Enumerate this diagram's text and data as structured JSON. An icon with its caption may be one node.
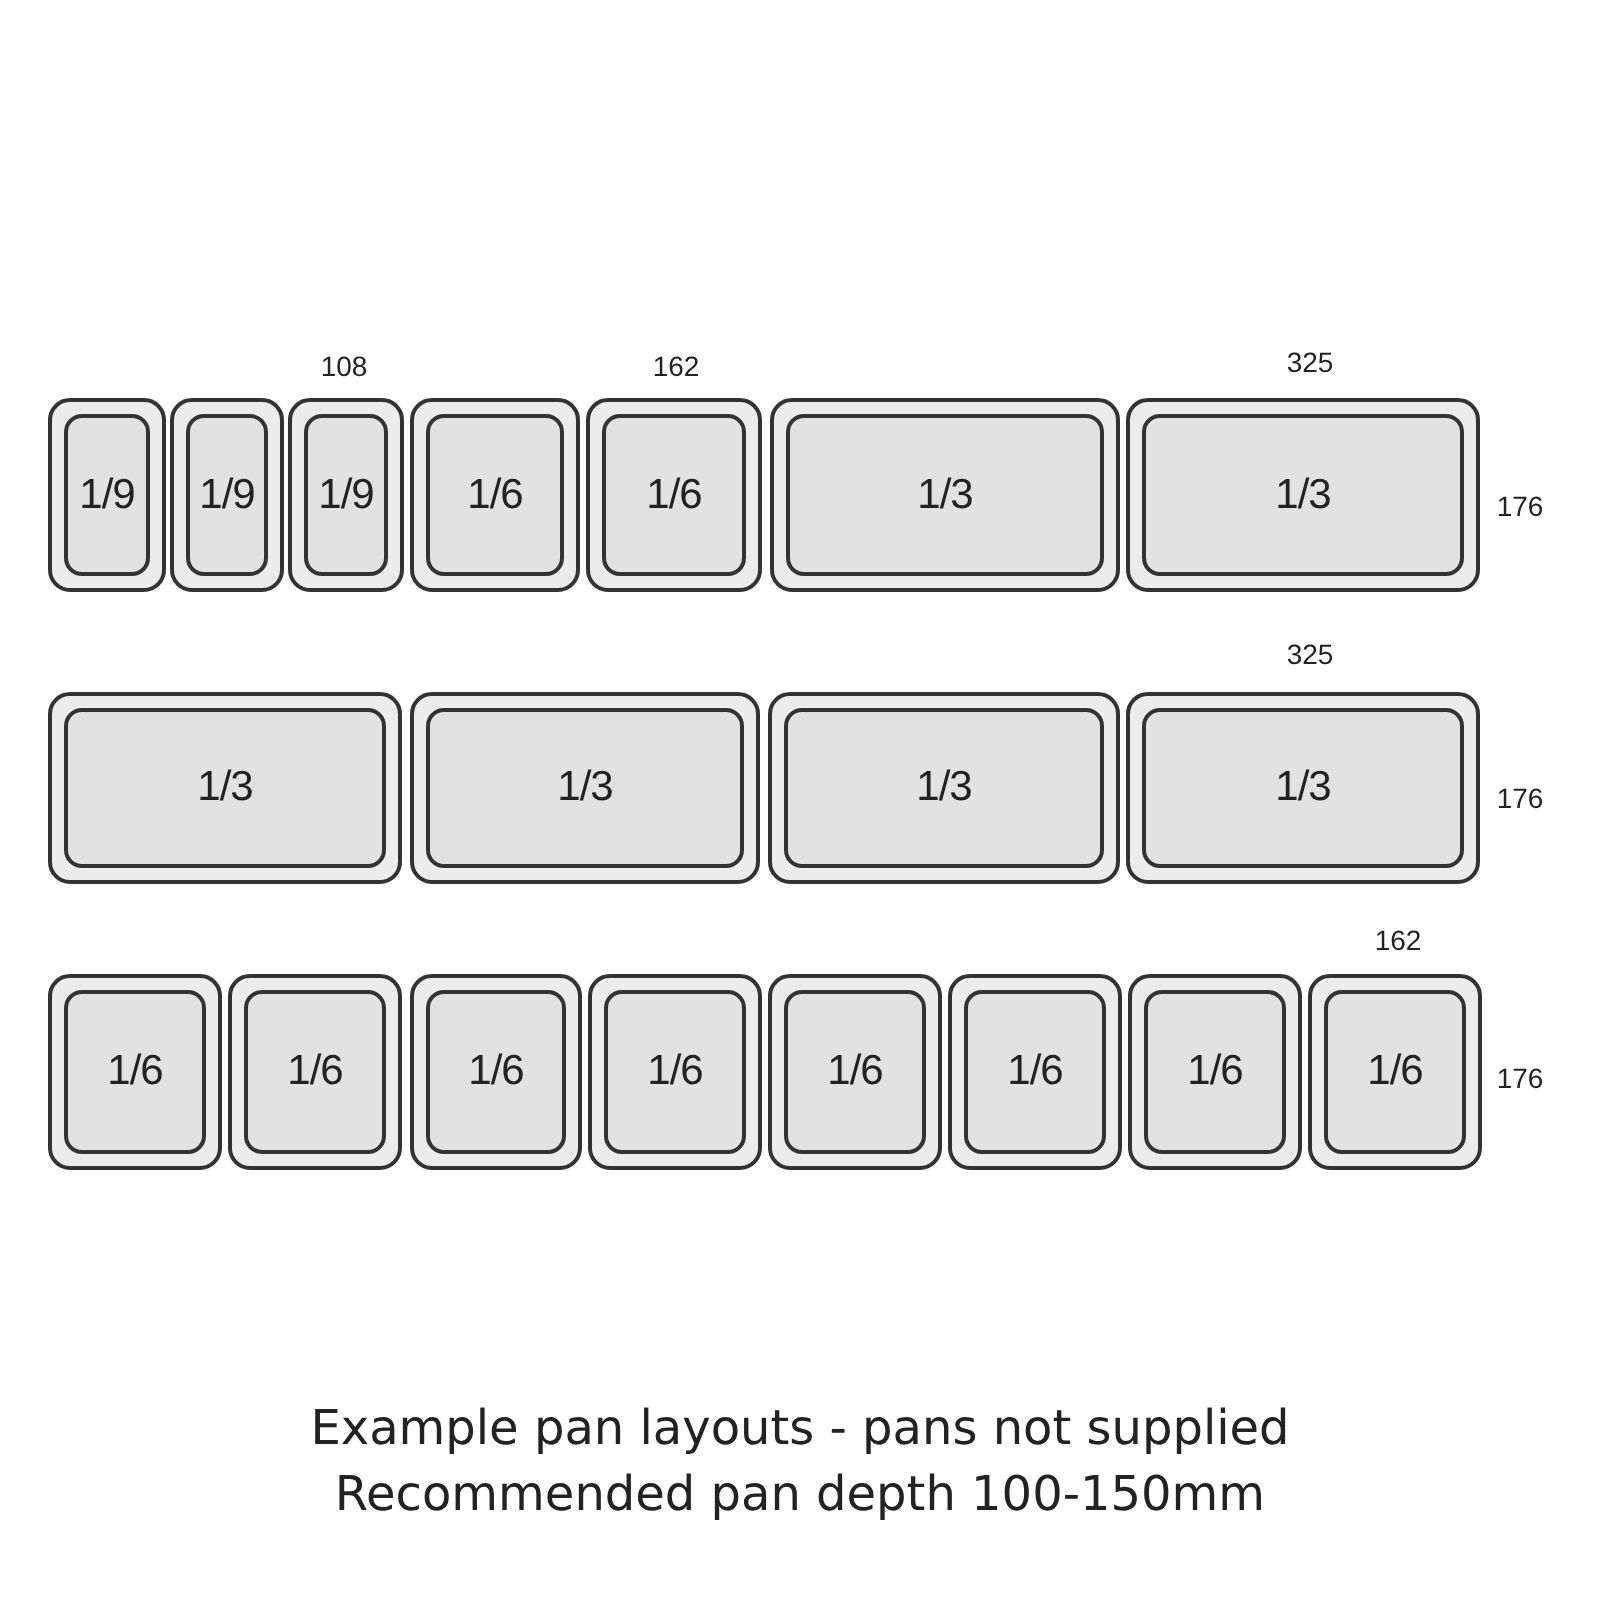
{
  "diagram": {
    "nodes": [
      {
        "text": [
          "1/9"
        ]
      },
      {
        "text": [
          "1/9"
        ]
      },
      {
        "text": [
          "1/9"
        ]
      },
      {
        "text": [
          "1/6"
        ]
      },
      {
        "text": [
          "1/6"
        ]
      },
      {
        "text": [
          "1/3"
        ]
      },
      {
        "text": [
          "1/3"
        ]
      },
      {
        "text": [
          "1/3"
        ]
      },
      {
        "text": [
          "1/3"
        ]
      },
      {
        "text": [
          "1/3"
        ]
      },
      {
        "text": [
          "1/3"
        ]
      },
      {
        "text": [
          "1/6"
        ]
      },
      {
        "text": [
          "1/6"
        ]
      },
      {
        "text": [
          "1/6"
        ]
      },
      {
        "text": [
          "1/6"
        ]
      },
      {
        "text": [
          "1/6"
        ]
      },
      {
        "text": [
          "1/6"
        ]
      },
      {
        "text": [
          "1/6"
        ]
      },
      {
        "text": [
          "1/6"
        ]
      }
    ],
    "edges": [],
    "labels": [
      "108",
      "162",
      "325",
      "176",
      "325",
      "176",
      "162",
      "176",
      "Example pan layouts - pans not supplied",
      "Recommended pan depth 100-150mm"
    ]
  }
}
